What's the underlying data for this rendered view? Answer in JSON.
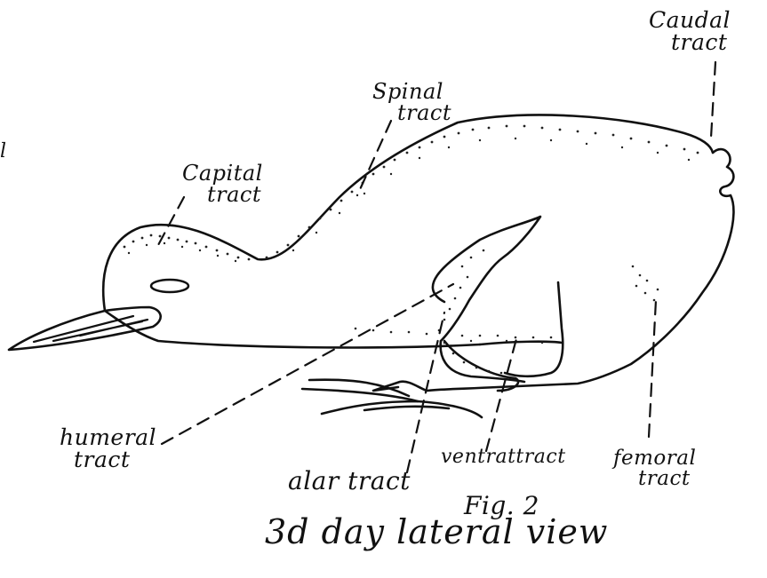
{
  "figure": {
    "number_label": "Fig. 2",
    "caption": "3d day lateral view"
  },
  "labels": {
    "capital": [
      "Capital",
      "tract"
    ],
    "spinal": [
      "Spinal",
      "tract"
    ],
    "caudal": [
      "Caudal",
      "tract"
    ],
    "humeral": [
      "humeral",
      "tract"
    ],
    "alar": "alar tract",
    "ventral": "ventrattract",
    "femoral": [
      "femoral",
      "tract"
    ],
    "edge_mark": "l"
  }
}
